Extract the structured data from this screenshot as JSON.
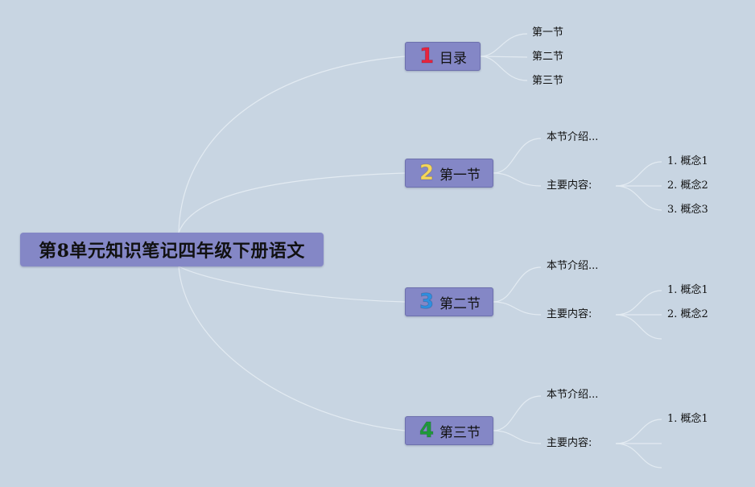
{
  "root": {
    "title": "第8单元知识笔记四年级下册语文"
  },
  "sections": [
    {
      "number": "1",
      "number_color": "#e8233e",
      "label": "目录",
      "items": [
        "第一节",
        "第二节",
        "第三节"
      ]
    },
    {
      "number": "2",
      "number_color": "#f5d75a",
      "label": "第一节",
      "intro": "本节介绍...",
      "content_label": "主要内容:",
      "concepts": [
        "1. 概念1",
        "2. 概念2",
        "3. 概念3"
      ]
    },
    {
      "number": "3",
      "number_color": "#2f8fe0",
      "label": "第二节",
      "intro": "本节介绍...",
      "content_label": "主要内容:",
      "concepts": [
        "1. 概念1",
        "2. 概念2"
      ]
    },
    {
      "number": "4",
      "number_color": "#1f9a3a",
      "label": "第三节",
      "intro": "本节介绍...",
      "content_label": "主要内容:",
      "concepts": [
        "1. 概念1"
      ]
    }
  ],
  "colors": {
    "background": "#c8d5e2",
    "node_fill": "#8487c6",
    "connector": "#e3ebf2"
  }
}
